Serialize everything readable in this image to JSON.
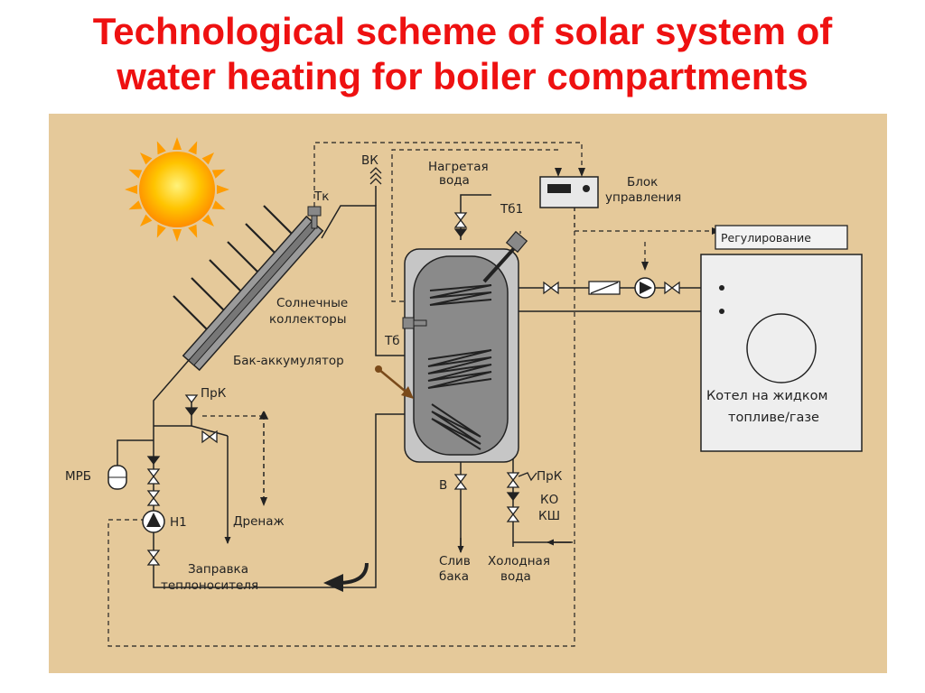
{
  "title": {
    "line1": "Technological scheme of solar system of",
    "line2": "water heating for boiler compartments"
  },
  "colors": {
    "title": "#ee1111",
    "panel_background": "#e5c99a",
    "tank_fill": "#8a8a8a",
    "tank_shell": "#c6c6c6",
    "sun": "#ffb300"
  },
  "labels": {
    "vk": "ВК",
    "tk": "Тк",
    "hot_water": [
      "Нагретая",
      "вода"
    ],
    "tb1": "Тб1",
    "control_unit": [
      "Блок",
      "управления"
    ],
    "regulation": "Регулирование",
    "solar_collectors": [
      "Солнечные",
      "коллекторы"
    ],
    "tb": "Тб",
    "accumulator_tank": "Бак-аккумулятор",
    "boiler": [
      "Котел на жидком",
      "топливе/газе"
    ],
    "prk_left": "ПрК",
    "mrb": "МРБ",
    "n1": "Н1",
    "drainage": "Дренаж",
    "refill": [
      "Заправка",
      "теплоносителя"
    ],
    "valve_v": "В",
    "prk_right": "ПрК",
    "ko": "КО",
    "ksh": "КШ",
    "tank_drain": [
      "Слив",
      "бака"
    ],
    "cold_water": [
      "Холодная",
      "вода"
    ]
  }
}
